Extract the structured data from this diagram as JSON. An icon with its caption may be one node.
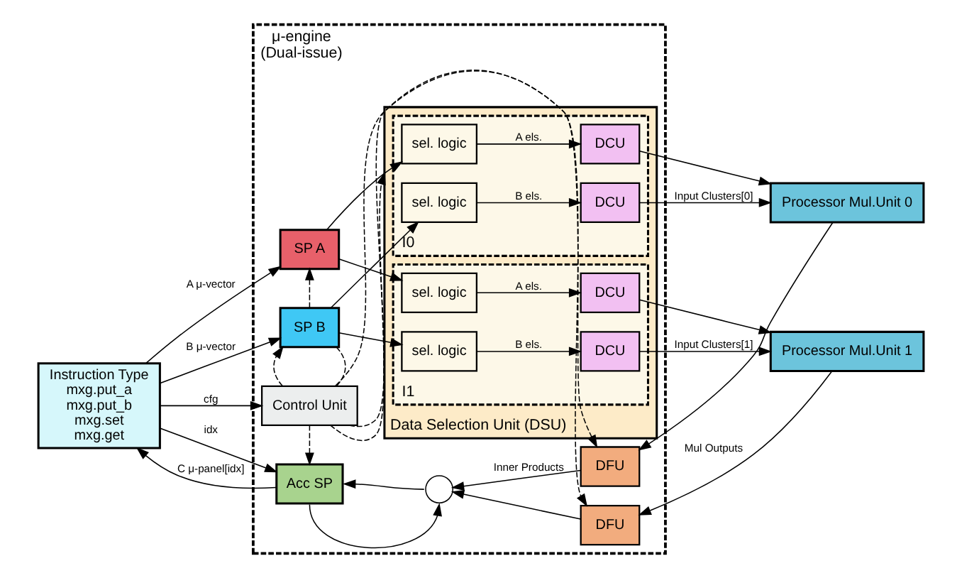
{
  "diagram": {
    "nodes": [
      {
        "text": [
          "Instruction Type",
          "mxg.put_a",
          "mxg.put_b",
          "mxg.set",
          "mxg.get"
        ]
      },
      {
        "text": [
          "μ-engine",
          "(Dual-issue)"
        ]
      },
      {
        "text": [
          "SP A"
        ],
        "in": 1
      },
      {
        "text": [
          "SP B"
        ],
        "in": 1
      },
      {
        "text": [
          "Data Selection Unit (DSU)"
        ],
        "in": 1
      },
      {
        "text": [
          "I0"
        ],
        "in": 4
      },
      {
        "text": [
          "sel. logic"
        ],
        "in": 5
      },
      {
        "text": [
          "DCU"
        ],
        "in": 5
      },
      {
        "text": [
          "sel. logic"
        ],
        "in": 5
      },
      {
        "text": [
          "DCU"
        ],
        "in": 5
      },
      {
        "text": [
          "I1"
        ],
        "in": 4
      },
      {
        "text": [
          "sel. logic"
        ],
        "in": 10
      },
      {
        "text": [
          "DCU"
        ],
        "in": 10
      },
      {
        "text": [
          "sel. logic"
        ],
        "in": 10
      },
      {
        "text": [
          "DCU"
        ],
        "in": 10
      },
      {
        "text": [
          "Control Unit"
        ],
        "in": 1
      },
      {
        "text": [
          "Acc SP"
        ],
        "in": 1
      },
      {
        "text": [],
        "shape": "circle",
        "in": 1
      },
      {
        "text": [
          "DFU"
        ],
        "in": 1
      },
      {
        "text": [
          "DFU"
        ],
        "in": 1
      },
      {
        "text": [
          "Processor Mul.Unit 0"
        ]
      },
      {
        "text": [
          "Processor Mul.Unit 1"
        ]
      }
    ],
    "edges": [
      {
        "from": 0,
        "to": 2,
        "arrow": "to",
        "label": "A μ-vector"
      },
      {
        "from": 0,
        "to": 3,
        "arrow": "to",
        "label": "B μ-vector"
      },
      {
        "from": 3,
        "to": 2,
        "arrow": "to",
        "style": "dashed"
      },
      {
        "from": 2,
        "to": 6,
        "arrow": "to"
      },
      {
        "from": 2,
        "to": 11,
        "arrow": "to"
      },
      {
        "from": 3,
        "to": 8,
        "arrow": "to"
      },
      {
        "from": 3,
        "to": 13,
        "arrow": "to"
      },
      {
        "from": 6,
        "to": 7,
        "arrow": "to",
        "label": "A els."
      },
      {
        "from": 8,
        "to": 9,
        "arrow": "to",
        "label": "B els."
      },
      {
        "from": 11,
        "to": 12,
        "arrow": "to",
        "label": "A els."
      },
      {
        "from": 13,
        "to": 14,
        "arrow": "to",
        "label": "B els."
      },
      {
        "from": 7,
        "to": 20,
        "arrow": "to"
      },
      {
        "from": 9,
        "to": 20,
        "arrow": "to",
        "label": "Input Clusters[0]"
      },
      {
        "from": 12,
        "to": 21,
        "arrow": "to"
      },
      {
        "from": 14,
        "to": 21,
        "arrow": "to",
        "label": "Input Clusters[1]"
      },
      {
        "from": 0,
        "to": 15,
        "arrow": "to",
        "label": "cfg"
      },
      {
        "from": 15,
        "to": 3,
        "arrow": "none",
        "style": "dashed"
      },
      {
        "from": 15,
        "to": 3,
        "arrow": "to",
        "style": "dashed"
      },
      {
        "from": 15,
        "to": 4,
        "arrow": "to",
        "style": "dashed"
      },
      {
        "from": 15,
        "to": 16,
        "arrow": "to",
        "style": "dashed"
      },
      {
        "from": 15,
        "to": 18,
        "arrow": "to",
        "style": "dashed"
      },
      {
        "from": 15,
        "to": 19,
        "arrow": "to",
        "style": "dashed"
      },
      {
        "from": 20,
        "to": 18,
        "arrow": "to"
      },
      {
        "from": 21,
        "to": 19,
        "arrow": "to",
        "label": "Mul Outputs"
      },
      {
        "from": 18,
        "to": 17,
        "arrow": "to",
        "label": "Inner Products"
      },
      {
        "from": 19,
        "to": 17,
        "arrow": "to"
      },
      {
        "from": 17,
        "to": 16,
        "arrow": "to"
      },
      {
        "from": 16,
        "to": 17,
        "arrow": "to"
      },
      {
        "from": 0,
        "to": 16,
        "arrow": "to",
        "label": "idx"
      },
      {
        "from": 16,
        "to": 0,
        "arrow": "to",
        "label": "C μ-panel[idx]"
      }
    ]
  }
}
